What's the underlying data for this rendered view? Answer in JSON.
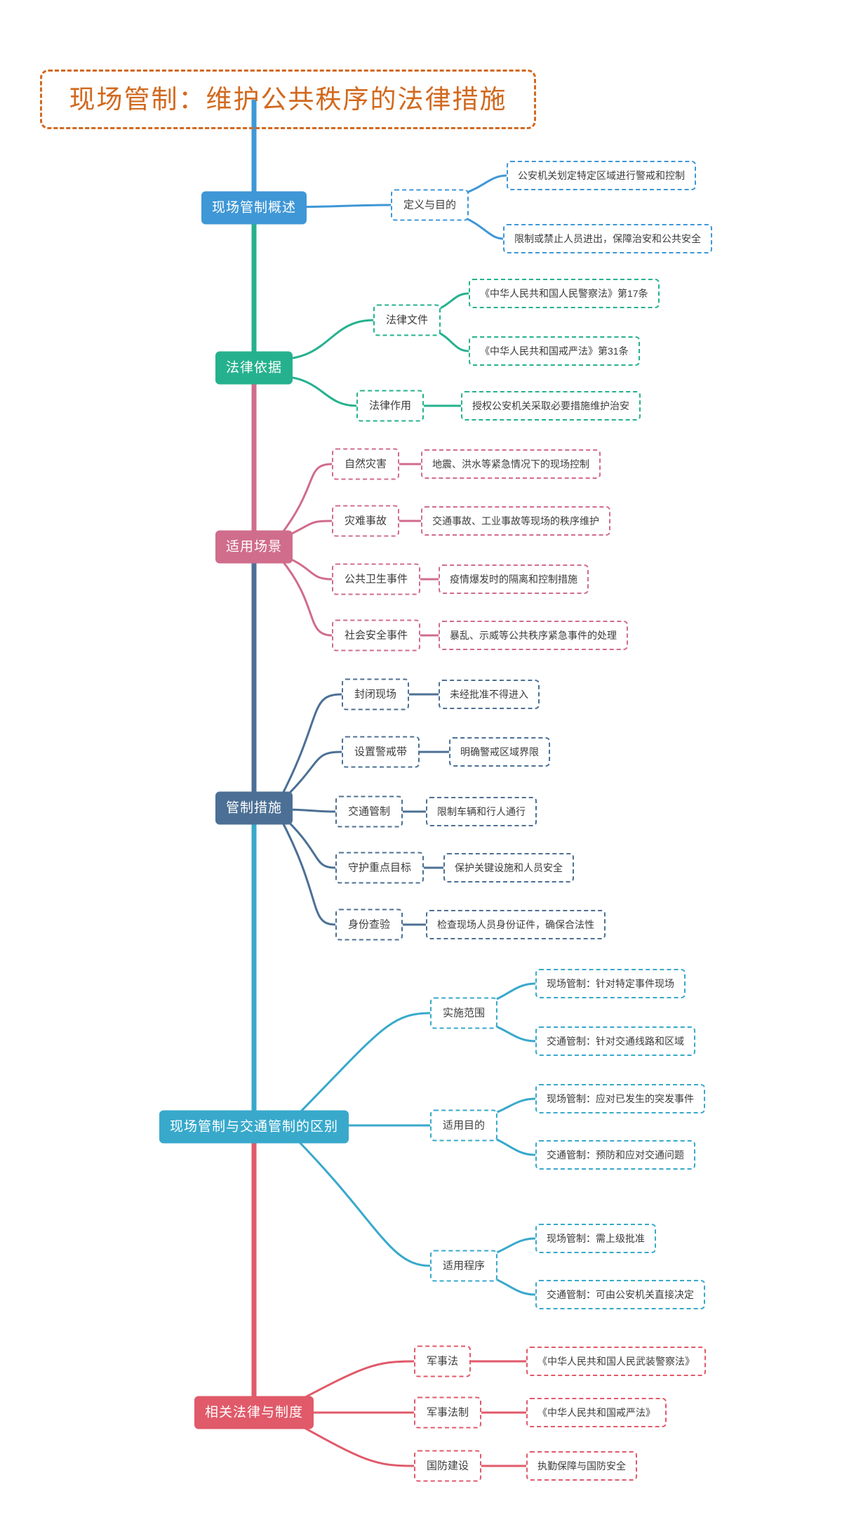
{
  "title": {
    "text": "现场管制：维护公共秩序的法律措施",
    "color": "#d2691e"
  },
  "branches": [
    {
      "label": "现场管制概述",
      "color": "#3f97d6",
      "children": [
        {
          "label": "定义与目的",
          "leaves": [
            "公安机关划定特定区域进行警戒和控制",
            "限制或禁止人员进出，保障治安和公共安全"
          ]
        }
      ]
    },
    {
      "label": "法律依据",
      "color": "#26b18e",
      "children": [
        {
          "label": "法律文件",
          "leaves": [
            "《中华人民共和国人民警察法》第17条",
            "《中华人民共和国戒严法》第31条"
          ]
        },
        {
          "label": "法律作用",
          "leaves": [
            "授权公安机关采取必要措施维护治安"
          ]
        }
      ]
    },
    {
      "label": "适用场景",
      "color": "#d06d8c",
      "children": [
        {
          "label": "自然灾害",
          "leaves": [
            "地震、洪水等紧急情况下的现场控制"
          ]
        },
        {
          "label": "灾难事故",
          "leaves": [
            "交通事故、工业事故等现场的秩序维护"
          ]
        },
        {
          "label": "公共卫生事件",
          "leaves": [
            "疫情爆发时的隔离和控制措施"
          ]
        },
        {
          "label": "社会安全事件",
          "leaves": [
            "暴乱、示威等公共秩序紧急事件的处理"
          ]
        }
      ]
    },
    {
      "label": "管制措施",
      "color": "#4c7095",
      "children": [
        {
          "label": "封闭现场",
          "leaves": [
            "未经批准不得进入"
          ]
        },
        {
          "label": "设置警戒带",
          "leaves": [
            "明确警戒区域界限"
          ]
        },
        {
          "label": "交通管制",
          "leaves": [
            "限制车辆和行人通行"
          ]
        },
        {
          "label": "守护重点目标",
          "leaves": [
            "保护关键设施和人员安全"
          ]
        },
        {
          "label": "身份查验",
          "leaves": [
            "检查现场人员身份证件，确保合法性"
          ]
        }
      ]
    },
    {
      "label": "现场管制与交通管制的区别",
      "color": "#38a9cb",
      "children": [
        {
          "label": "实施范围",
          "leaves": [
            "现场管制：针对特定事件现场",
            "交通管制：针对交通线路和区域"
          ]
        },
        {
          "label": "适用目的",
          "leaves": [
            "现场管制：应对已发生的突发事件",
            "交通管制：预防和应对交通问题"
          ]
        },
        {
          "label": "适用程序",
          "leaves": [
            "现场管制：需上级批准",
            "交通管制：可由公安机关直接决定"
          ]
        }
      ]
    },
    {
      "label": "相关法律与制度",
      "color": "#e05a6a",
      "children": [
        {
          "label": "军事法",
          "leaves": [
            "《中华人民共和国人民武装警察法》"
          ]
        },
        {
          "label": "军事法制",
          "leaves": [
            "《中华人民共和国戒严法》"
          ]
        },
        {
          "label": "国防建设",
          "leaves": [
            "执勤保障与国防安全"
          ]
        }
      ]
    }
  ]
}
